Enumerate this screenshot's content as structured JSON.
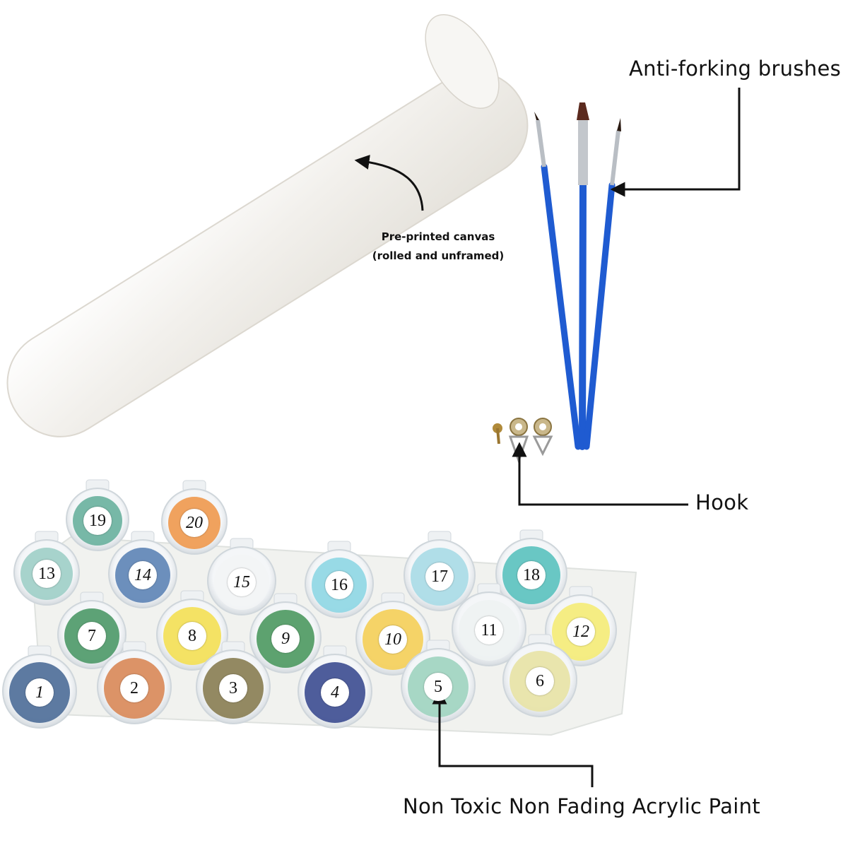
{
  "labels": {
    "canvas_line1": "Pre-printed canvas",
    "canvas_line2": "(rolled and unframed)",
    "brushes": "Anti-forking brushes",
    "hook": "Hook",
    "paint": "Non Toxic Non Fading Acrylic Paint"
  },
  "pots": {
    "p1": "1",
    "p2": "2",
    "p3": "3",
    "p4": "4",
    "p5": "5",
    "p6": "6",
    "p7": "7",
    "p8": "8",
    "p9": "9",
    "p10": "10",
    "p11": "11",
    "p12": "12",
    "p13": "13",
    "p14": "14",
    "p15": "15",
    "p16": "16",
    "p17": "17",
    "p18": "18",
    "p19": "19",
    "p20": "20"
  },
  "colors": {
    "brush_handle": "#1f5bd1",
    "canvas_roll": "#f1efea",
    "pot_rim": "#e6eaee",
    "paint_1": "#4f6f99",
    "paint_2": "#d98a5a",
    "paint_3": "#8a7f55",
    "paint_4": "#3f4f92",
    "paint_5": "#9fd4c0",
    "paint_6": "#e7e3a6",
    "paint_7": "#4f9a6a",
    "paint_8": "#f3df57",
    "paint_9": "#4f9a63",
    "paint_10": "#f4cf5a",
    "paint_11": "#eef2f2",
    "paint_12": "#f4eb78",
    "paint_13": "#9fcfc8",
    "paint_14": "#5f86b6",
    "paint_15": "#f2f4f5",
    "paint_16": "#8fd7e4",
    "paint_17": "#a9dbe6",
    "paint_18": "#5cc2bf",
    "paint_19": "#6bb2a0",
    "paint_20": "#ef9a50"
  }
}
